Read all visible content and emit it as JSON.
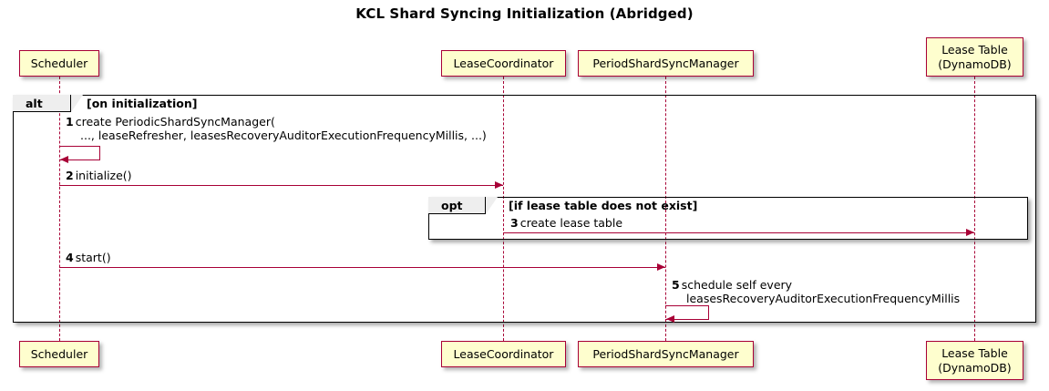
{
  "title": "KCL Shard Syncing Initialization (Abridged)",
  "participants": [
    {
      "id": "scheduler",
      "label": "Scheduler",
      "label_line1": "Scheduler",
      "label_line2": ""
    },
    {
      "id": "lease-coordinator",
      "label": "LeaseCoordinator",
      "label_line1": "LeaseCoordinator",
      "label_line2": ""
    },
    {
      "id": "period-shard-sync-manager",
      "label": "PeriodShardSyncManager",
      "label_line1": "PeriodShardSyncManager",
      "label_line2": ""
    },
    {
      "id": "lease-table",
      "label": "Lease Table (DynamoDB)",
      "label_line1": "Lease Table",
      "label_line2": "(DynamoDB)"
    }
  ],
  "fragments": [
    {
      "id": "alt",
      "type": "alt",
      "guard": "[on initialization]"
    },
    {
      "id": "opt",
      "type": "opt",
      "guard": "[if lease table does not exist]"
    }
  ],
  "messages": [
    {
      "number": "1",
      "kind": "self",
      "from": "scheduler",
      "to": "scheduler",
      "text_line1": "create PeriodicShardSyncManager(",
      "text_line2": "..., leaseRefresher, leasesRecoveryAuditorExecutionFrequencyMillis, ...)"
    },
    {
      "number": "2",
      "kind": "call",
      "from": "scheduler",
      "to": "lease-coordinator",
      "text_line1": "initialize()",
      "text_line2": ""
    },
    {
      "number": "3",
      "kind": "call",
      "from": "lease-coordinator",
      "to": "lease-table",
      "text_line1": "create lease table",
      "text_line2": ""
    },
    {
      "number": "4",
      "kind": "call",
      "from": "scheduler",
      "to": "period-shard-sync-manager",
      "text_line1": "start()",
      "text_line2": ""
    },
    {
      "number": "5",
      "kind": "self",
      "from": "period-shard-sync-manager",
      "to": "period-shard-sync-manager",
      "text_line1": "schedule self every",
      "text_line2": "leasesRecoveryAuditorExecutionFrequencyMillis"
    }
  ],
  "colors": {
    "participant_fill": "#FEFECE",
    "participant_border": "#A80036",
    "message_line": "#A80036",
    "fragment_border": "#000000",
    "fragment_label_fill": "#EEEEEE",
    "background": "#FFFFFF",
    "text": "#000000"
  }
}
